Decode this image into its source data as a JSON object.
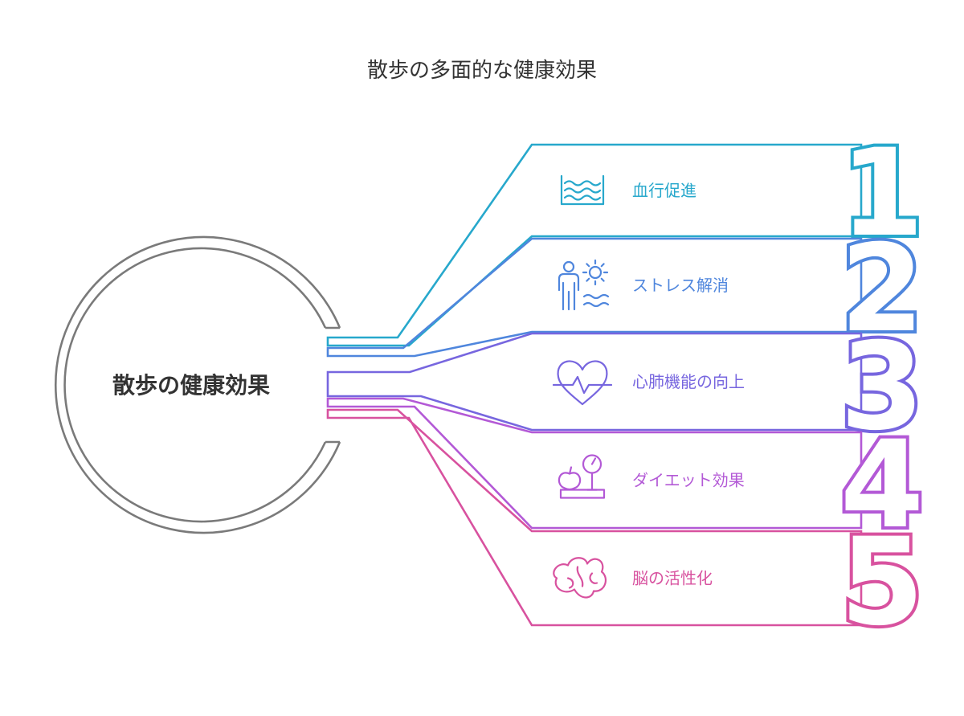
{
  "title": "散歩の多面的な健康効果",
  "hub": {
    "label": "散歩の健康効果",
    "color": "#7a7a7a"
  },
  "items": [
    {
      "number": "1",
      "label": "血行促進",
      "icon": "water-waves-icon",
      "color": "#27a8cc"
    },
    {
      "number": "2",
      "label": "ストレス解消",
      "icon": "person-sun-icon",
      "color": "#4f86dd"
    },
    {
      "number": "3",
      "label": "心肺機能の向上",
      "icon": "heartbeat-icon",
      "color": "#7766df"
    },
    {
      "number": "4",
      "label": "ダイエット効果",
      "icon": "scale-apple-icon",
      "color": "#b359d6"
    },
    {
      "number": "5",
      "label": "脳の活性化",
      "icon": "brain-icon",
      "color": "#d8529f"
    }
  ]
}
